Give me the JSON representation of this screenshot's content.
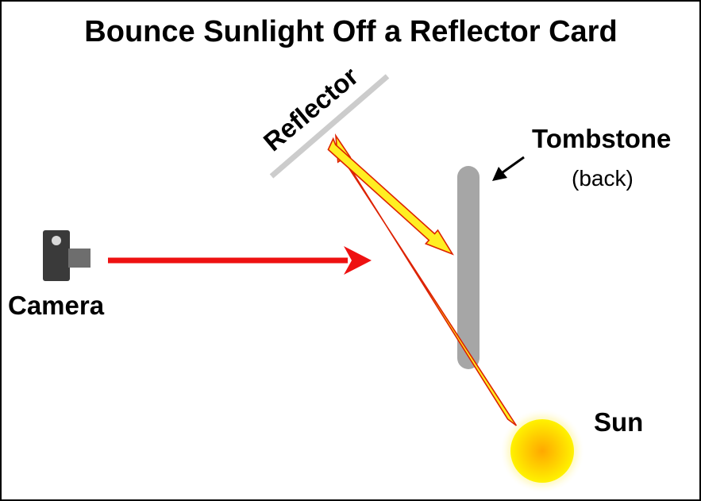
{
  "title": "Bounce Sunlight Off a Reflector Card",
  "labels": {
    "reflector": "Reflector",
    "tombstone": "Tombstone",
    "tombstone_note": "(back)",
    "camera": "Camera",
    "sun": "Sun"
  },
  "colors": {
    "camera_ray": "#ee1111",
    "light_fill": "#ffee22",
    "light_stroke": "#dd2200",
    "reflector": "#cccccc",
    "tombstone": "#a6a6a6",
    "camera_body": "#3a3a3a",
    "sun_core": "#ffcc00"
  },
  "icons": {
    "camera": "camera-icon",
    "sun": "sun-icon"
  }
}
